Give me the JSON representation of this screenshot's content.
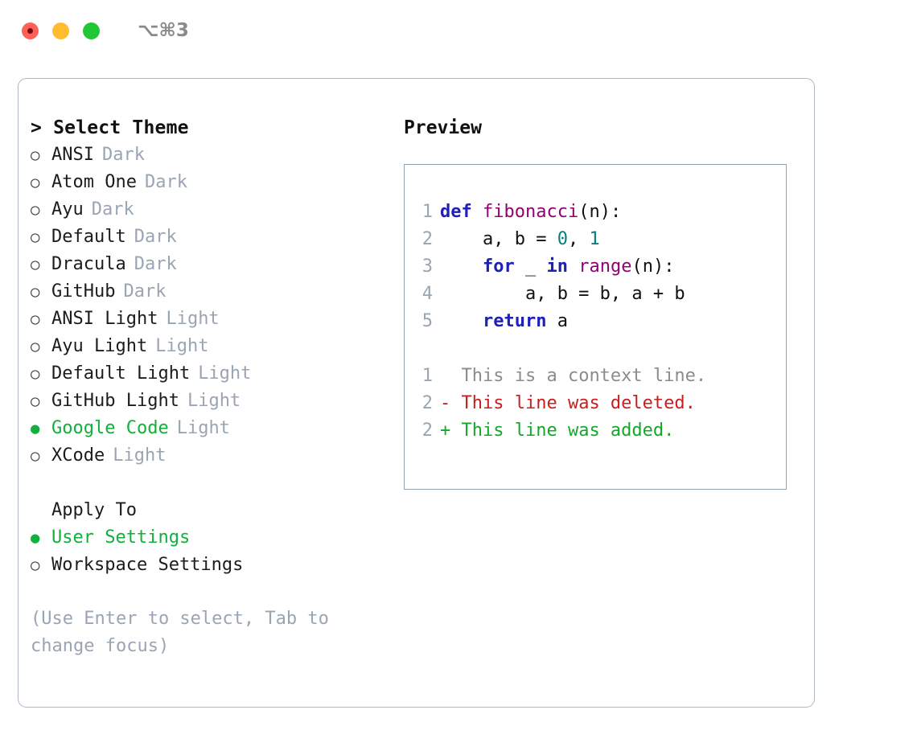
{
  "titlebar": {
    "shortcut": "⌥⌘3",
    "buttons": {
      "close": "close",
      "minimize": "minimize",
      "maximize": "maximize"
    }
  },
  "theme_picker": {
    "header": "> Select Theme",
    "options": [
      {
        "bullet": "○",
        "label": "ANSI",
        "badge": "Dark",
        "selected": false
      },
      {
        "bullet": "○",
        "label": "Atom One",
        "badge": "Dark",
        "selected": false
      },
      {
        "bullet": "○",
        "label": "Ayu",
        "badge": "Dark",
        "selected": false
      },
      {
        "bullet": "○",
        "label": "Default",
        "badge": "Dark",
        "selected": false
      },
      {
        "bullet": "○",
        "label": "Dracula",
        "badge": "Dark",
        "selected": false
      },
      {
        "bullet": "○",
        "label": "GitHub",
        "badge": "Dark",
        "selected": false
      },
      {
        "bullet": "○",
        "label": "ANSI Light",
        "badge": "Light",
        "selected": false
      },
      {
        "bullet": "○",
        "label": "Ayu Light",
        "badge": "Light",
        "selected": false
      },
      {
        "bullet": "○",
        "label": "Default Light",
        "badge": "Light",
        "selected": false
      },
      {
        "bullet": "○",
        "label": "GitHub Light",
        "badge": "Light",
        "selected": false
      },
      {
        "bullet": "●",
        "label": "Google Code",
        "badge": "Light",
        "selected": true
      },
      {
        "bullet": "○",
        "label": "XCode",
        "badge": "Light",
        "selected": false
      }
    ]
  },
  "apply_to": {
    "header": "Apply To",
    "options": [
      {
        "bullet": "●",
        "label": "User Settings",
        "selected": true
      },
      {
        "bullet": "○",
        "label": "Workspace Settings",
        "selected": false
      }
    ]
  },
  "hint": "(Use Enter to select, Tab to change focus)",
  "preview": {
    "title": "Preview",
    "code_lines": [
      {
        "num": "1",
        "tokens": [
          {
            "t": "def ",
            "c": "kw"
          },
          {
            "t": "fibonacci",
            "c": "fn"
          },
          {
            "t": "(n):",
            "c": "pl"
          }
        ]
      },
      {
        "num": "2",
        "tokens": [
          {
            "t": "    a, b = ",
            "c": "pl"
          },
          {
            "t": "0",
            "c": "num"
          },
          {
            "t": ", ",
            "c": "pl"
          },
          {
            "t": "1",
            "c": "num"
          }
        ]
      },
      {
        "num": "3",
        "tokens": [
          {
            "t": "    for",
            "c": "kw"
          },
          {
            "t": " _ ",
            "c": "pl"
          },
          {
            "t": "in",
            "c": "kw"
          },
          {
            "t": " ",
            "c": "pl"
          },
          {
            "t": "range",
            "c": "fn"
          },
          {
            "t": "(n):",
            "c": "pl"
          }
        ]
      },
      {
        "num": "4",
        "tokens": [
          {
            "t": "        a, b = b, a + b",
            "c": "pl"
          }
        ]
      },
      {
        "num": "5",
        "tokens": [
          {
            "t": "    return",
            "c": "kw"
          },
          {
            "t": " a",
            "c": "pl"
          }
        ]
      }
    ],
    "diff_lines": [
      {
        "num": "1",
        "marker": "  ",
        "text": "This is a context line.",
        "kind": "ctx"
      },
      {
        "num": "2",
        "marker": "- ",
        "text": "This line was deleted.",
        "kind": "del"
      },
      {
        "num": "2",
        "marker": "+ ",
        "text": "This line was added.",
        "kind": "add"
      }
    ]
  },
  "colors": {
    "accent_green": "#11b03c",
    "muted": "#9aa5b4",
    "keyword": "#1f20b5",
    "function": "#930073",
    "number": "#0b7d7d",
    "diff_add": "#14a828",
    "diff_del": "#c81e1e",
    "border": "#aeb7c4"
  }
}
